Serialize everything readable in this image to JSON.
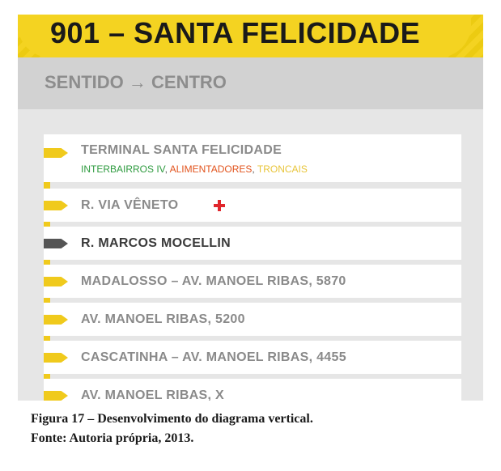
{
  "header": {
    "title": "901 – SANTA FELICIDADE"
  },
  "direction": {
    "label": "SENTIDO → CENTRO"
  },
  "stops": [
    {
      "name": "TERMINAL SANTA FELICIDADE",
      "lines": [
        {
          "label": "INTERBAIRROS IV",
          "color": "#2e9b3f"
        },
        {
          "label": "ALIMENTADORES",
          "color": "#e2541e"
        },
        {
          "label": "TRONCAIS",
          "color": "#e8c53a"
        }
      ],
      "separator": ","
    },
    {
      "name": "R. VIA VÊNETO",
      "icon": "red-cross-icon"
    },
    {
      "name": "R. MARCOS MOCELLIN",
      "current": true
    },
    {
      "name": "MADALOSSO – AV. MANOEL RIBAS, 5870"
    },
    {
      "name": "AV. MANOEL RIBAS, 5200"
    },
    {
      "name": "CASCATINHA – AV. MANOEL RIBAS, 4455"
    },
    {
      "name": "AV. MANOEL RIBAS, X"
    }
  ],
  "caption": {
    "line1": "Figura 17 – Desenvolvimento do diagrama vertical.",
    "line2": "Fonte: Autoria própria, 2013."
  }
}
